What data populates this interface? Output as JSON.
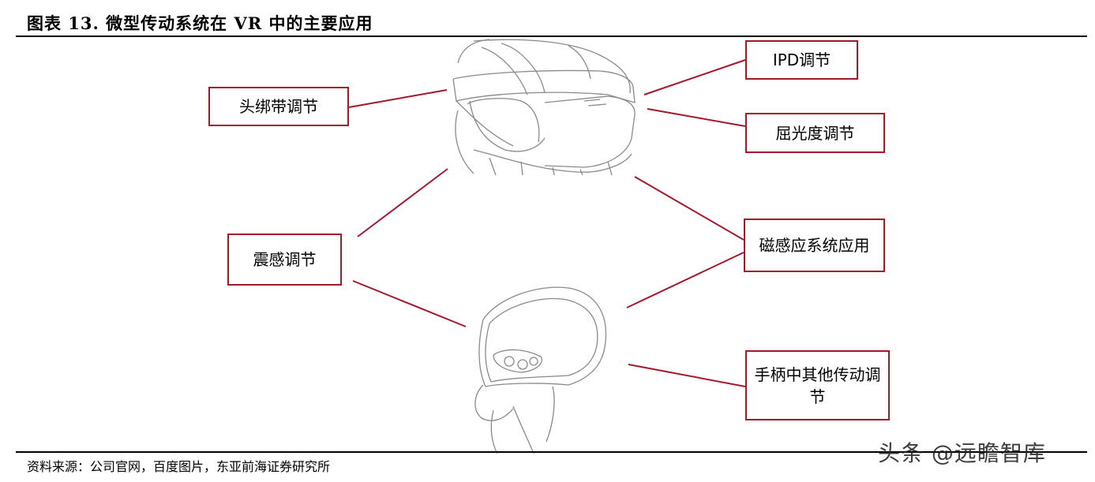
{
  "header": {
    "title": "图表 13. 微型传动系统在 VR 中的主要应用"
  },
  "labels": {
    "headband": "头绑带调节",
    "ipd": "IPD调节",
    "diopter": "屈光度调节",
    "vibration": "震感调节",
    "magnetic": "磁感应系统应用",
    "controller": "手柄中其他传动调节"
  },
  "footer": {
    "source": "资料来源：公司官网，百度图片，东亚前海证券研究所"
  },
  "watermark": {
    "text": "头条 @远瞻智库"
  },
  "colors": {
    "accent": "#a3192a",
    "line": "#a3192a"
  }
}
